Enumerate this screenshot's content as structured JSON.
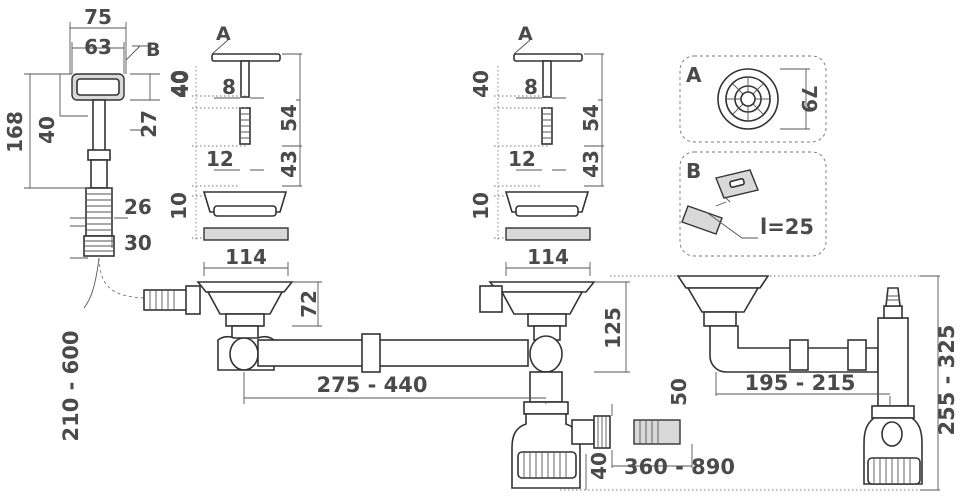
{
  "labels": {
    "letter_a": "A",
    "letter_b": "B",
    "overflow_top_width": "75",
    "overflow_inner_width": "63",
    "overflow_height": "168",
    "overflow_head": "40",
    "overflow_neck": "27",
    "overflow_hose_width": "26",
    "overflow_outlet": "30",
    "overflow_hose_length": "210 - 600",
    "plug_height": "40",
    "plug_stem": "8",
    "plug_length": "54",
    "screw_dia": "12",
    "screw_length": "43",
    "strainer_height": "10",
    "strainer_width": "114",
    "bowl_outlet_drop": "72",
    "bowl_spacing": "275 - 440",
    "trap_drop": "125",
    "side_outlet": "50",
    "trap_side": "40",
    "outlet_range": "360 - 890",
    "right_pipe": "195 - 215",
    "right_height": "255 - 325",
    "inset_a_dia": "79",
    "inset_b_length": "l=25"
  }
}
